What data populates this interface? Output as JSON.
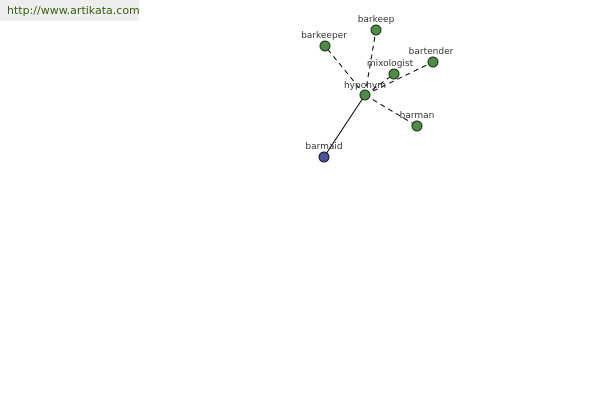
{
  "header": {
    "url": "http://www.artikata.com"
  },
  "colors": {
    "banner_bg": "#eeeeee",
    "url_text": "#3a5f12",
    "node_green": "#4f8a48",
    "node_blue": "#4a5596",
    "node_stroke": "#1a3a1a",
    "edge": "#000000",
    "label": "#333333"
  },
  "graph": {
    "center": {
      "id": "hyponym",
      "label": "hyponym"
    },
    "nodes": [
      {
        "id": "barkeep",
        "label": "barkeep",
        "color": "green",
        "edge": "dashed"
      },
      {
        "id": "barkeeper",
        "label": "barkeeper",
        "color": "green",
        "edge": "dashed"
      },
      {
        "id": "bartender",
        "label": "bartender",
        "color": "green",
        "edge": "dashed"
      },
      {
        "id": "mixologist",
        "label": "mixologist",
        "color": "green",
        "edge": "dashed"
      },
      {
        "id": "barman",
        "label": "barman",
        "color": "green",
        "edge": "dashed"
      },
      {
        "id": "barmaid",
        "label": "barmaid",
        "color": "blue",
        "edge": "solid"
      }
    ]
  }
}
